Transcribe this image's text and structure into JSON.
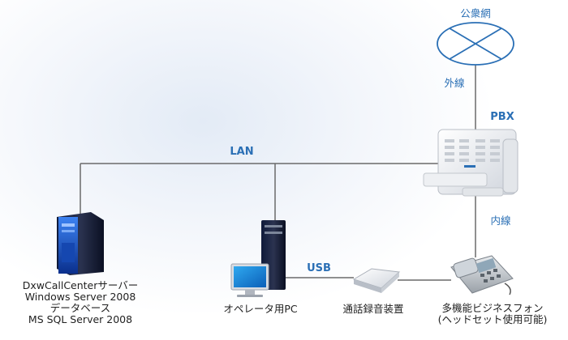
{
  "labels": {
    "public_network": "公衆網",
    "outer_line": "外線",
    "pbx": "PBX",
    "lan": "LAN",
    "inner_line": "内線",
    "usb": "USB"
  },
  "nodes": {
    "server": {
      "lines": [
        "DxwCallCenterサーバー",
        "Windows Server 2008",
        "データベース",
        "MS SQL Server 2008"
      ]
    },
    "operator_pc": {
      "label": "オペレータ用PC"
    },
    "recorder": {
      "label": "通話録音装置"
    },
    "phone": {
      "lines": [
        "多機能ビジネスフォン",
        "(ヘッドセット使用可能)"
      ]
    }
  },
  "colors": {
    "accent_blue": "#2a6fb5",
    "connector_gray": "#6a6a6a",
    "server_blue": "#1d5fd1"
  }
}
